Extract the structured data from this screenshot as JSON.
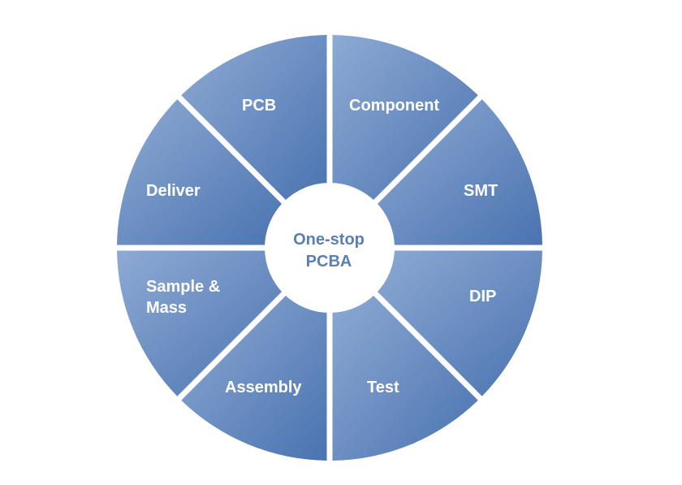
{
  "hub": {
    "line1": "One-stop",
    "line2": "PCBA"
  },
  "segments": [
    {
      "label": "PCB"
    },
    {
      "label": "Component"
    },
    {
      "label": "SMT"
    },
    {
      "label": "DIP"
    },
    {
      "label": "Test"
    },
    {
      "label": "Assembly"
    },
    {
      "label": "Sample &\nMass"
    },
    {
      "label": "Deliver"
    }
  ],
  "colors": {
    "segment_dark": "#4a73b0",
    "segment_light": "#8eaad4",
    "hub_text": "#5b7fb1",
    "label_text": "#ffffff"
  }
}
